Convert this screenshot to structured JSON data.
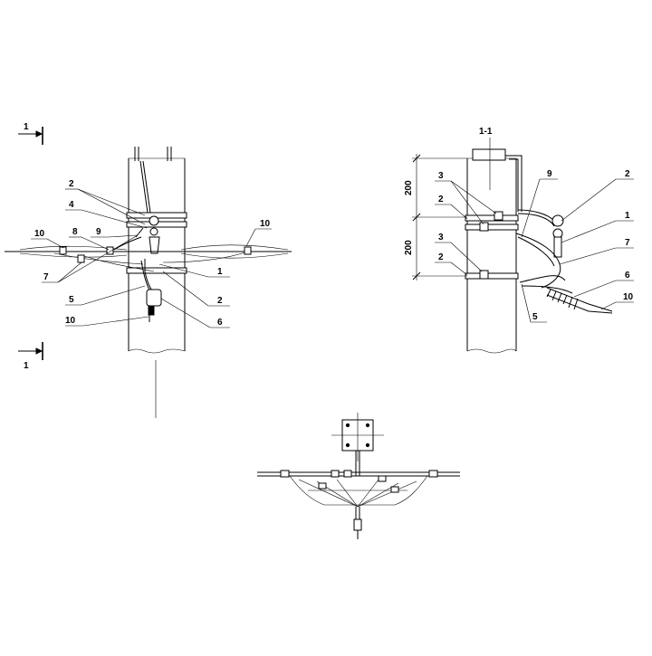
{
  "section": {
    "marker_label": "1",
    "title": "1-1"
  },
  "dimensions": [
    "200",
    "200"
  ],
  "front_callouts": {
    "c2a": "2",
    "c4": "4",
    "c9": "9",
    "c8": "8",
    "c10a": "10",
    "c10b": "10",
    "c7": "7",
    "c1": "1",
    "c5": "5",
    "c2b": "2",
    "c10c": "10",
    "c6": "6"
  },
  "side_callouts": {
    "c3a": "3",
    "c2a": "2",
    "c3b": "3",
    "c2b": "2",
    "c9": "9",
    "c2c": "2",
    "c1": "1",
    "c7": "7",
    "c6": "6",
    "c10": "10",
    "c5": "5"
  }
}
